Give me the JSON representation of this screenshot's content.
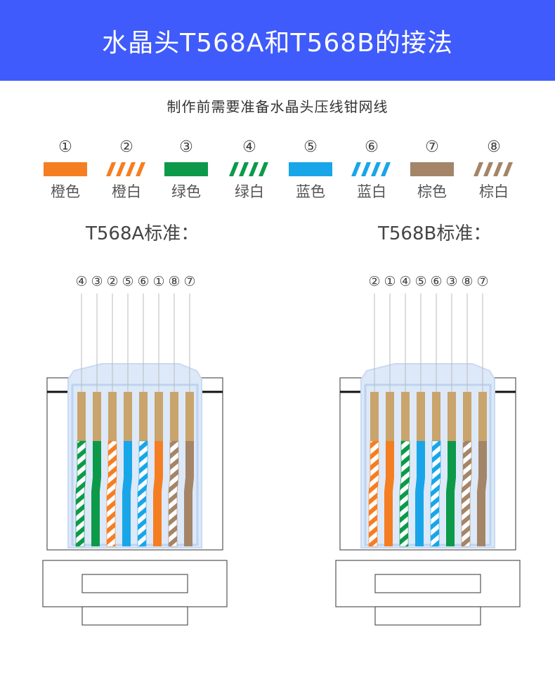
{
  "header": {
    "title": "水晶头T568A和T568B的接法"
  },
  "subtitle": "制作前需要准备水晶头压线钳网线",
  "colors": {
    "banner": "#3f5bfb",
    "orange": "#f57e22",
    "green": "#0c9a4a",
    "blue": "#19a6e8",
    "brown": "#a48568",
    "copper": "#c9a46c"
  },
  "wire_legend": [
    {
      "num": "①",
      "label": "橙色",
      "color": "orange",
      "striped": false
    },
    {
      "num": "②",
      "label": "橙白",
      "color": "orange",
      "striped": true
    },
    {
      "num": "③",
      "label": "绿色",
      "color": "green",
      "striped": false
    },
    {
      "num": "④",
      "label": "绿白",
      "color": "green",
      "striped": true
    },
    {
      "num": "⑤",
      "label": "蓝色",
      "color": "blue",
      "striped": false
    },
    {
      "num": "⑥",
      "label": "蓝白",
      "color": "blue",
      "striped": true
    },
    {
      "num": "⑦",
      "label": "棕色",
      "color": "brown",
      "striped": false
    },
    {
      "num": "⑧",
      "label": "棕白",
      "color": "brown",
      "striped": true
    }
  ],
  "standards": [
    {
      "title": "T568A标准：",
      "order": [
        "④",
        "③",
        "②",
        "⑤",
        "⑥",
        "①",
        "⑧",
        "⑦"
      ]
    },
    {
      "title": "T568B标准：",
      "order": [
        "②",
        "①",
        "④",
        "⑤",
        "⑥",
        "③",
        "⑧",
        "⑦"
      ]
    }
  ]
}
